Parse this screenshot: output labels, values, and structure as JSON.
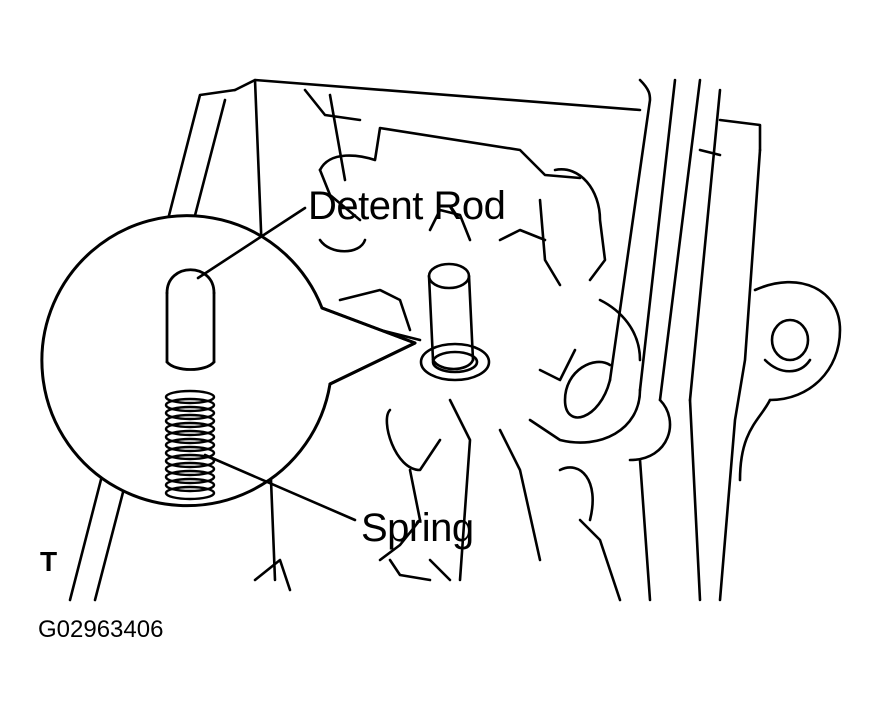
{
  "labels": {
    "detent_rod": "Detent Rod",
    "spring": "Spring",
    "figure_code": "G02963406",
    "corner_mark": "T"
  },
  "colors": {
    "ink": "#000000",
    "paper": "#ffffff"
  }
}
